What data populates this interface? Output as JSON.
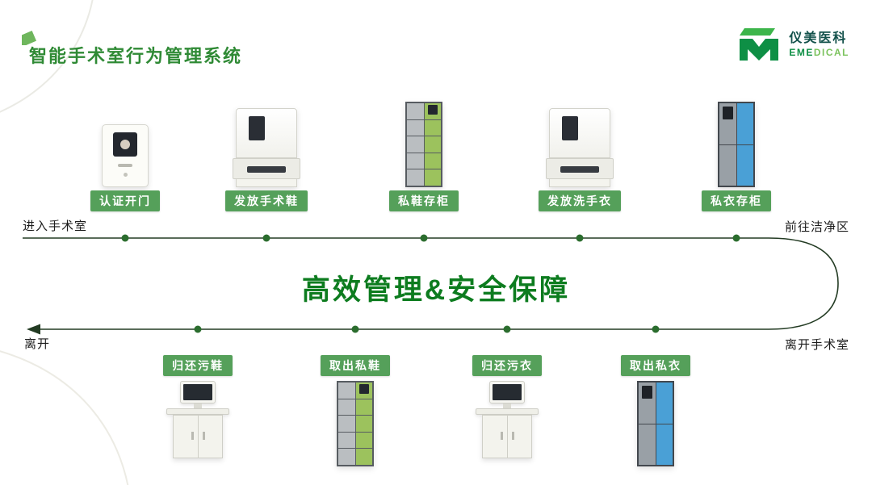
{
  "slide": {
    "title": "智能手术室行为管理系统",
    "center_text": "高效管理&安全保障"
  },
  "logo": {
    "cn": "仪美医科",
    "en_primary": "EME",
    "en_secondary": "DICAL"
  },
  "flow": {
    "top": {
      "left_label": "进入手术室",
      "right_label": "前往洁净区",
      "stations": [
        {
          "label": "认证开门",
          "device": "auth-panel"
        },
        {
          "label": "发放手术鞋",
          "device": "dispenser"
        },
        {
          "label": "私鞋存柜",
          "device": "locker-green"
        },
        {
          "label": "发放洗手衣",
          "device": "dispenser"
        },
        {
          "label": "私衣存柜",
          "device": "locker-blue"
        }
      ]
    },
    "bottom": {
      "left_label": "离开",
      "right_label": "离开手术室",
      "stations": [
        {
          "label": "归还污鞋",
          "device": "console"
        },
        {
          "label": "取出私鞋",
          "device": "locker-green"
        },
        {
          "label": "归还污衣",
          "device": "console"
        },
        {
          "label": "取出私衣",
          "device": "locker-blue"
        }
      ]
    }
  },
  "colors": {
    "title_green": "#2f8a35",
    "badge_green": "#55a05a",
    "center_green": "#0d7c1f",
    "line_green": "#233b23",
    "dot_green": "#2b6d2e",
    "locker_door_green": "#9cc25d",
    "locker_door_blue": "#4aa0d6"
  }
}
